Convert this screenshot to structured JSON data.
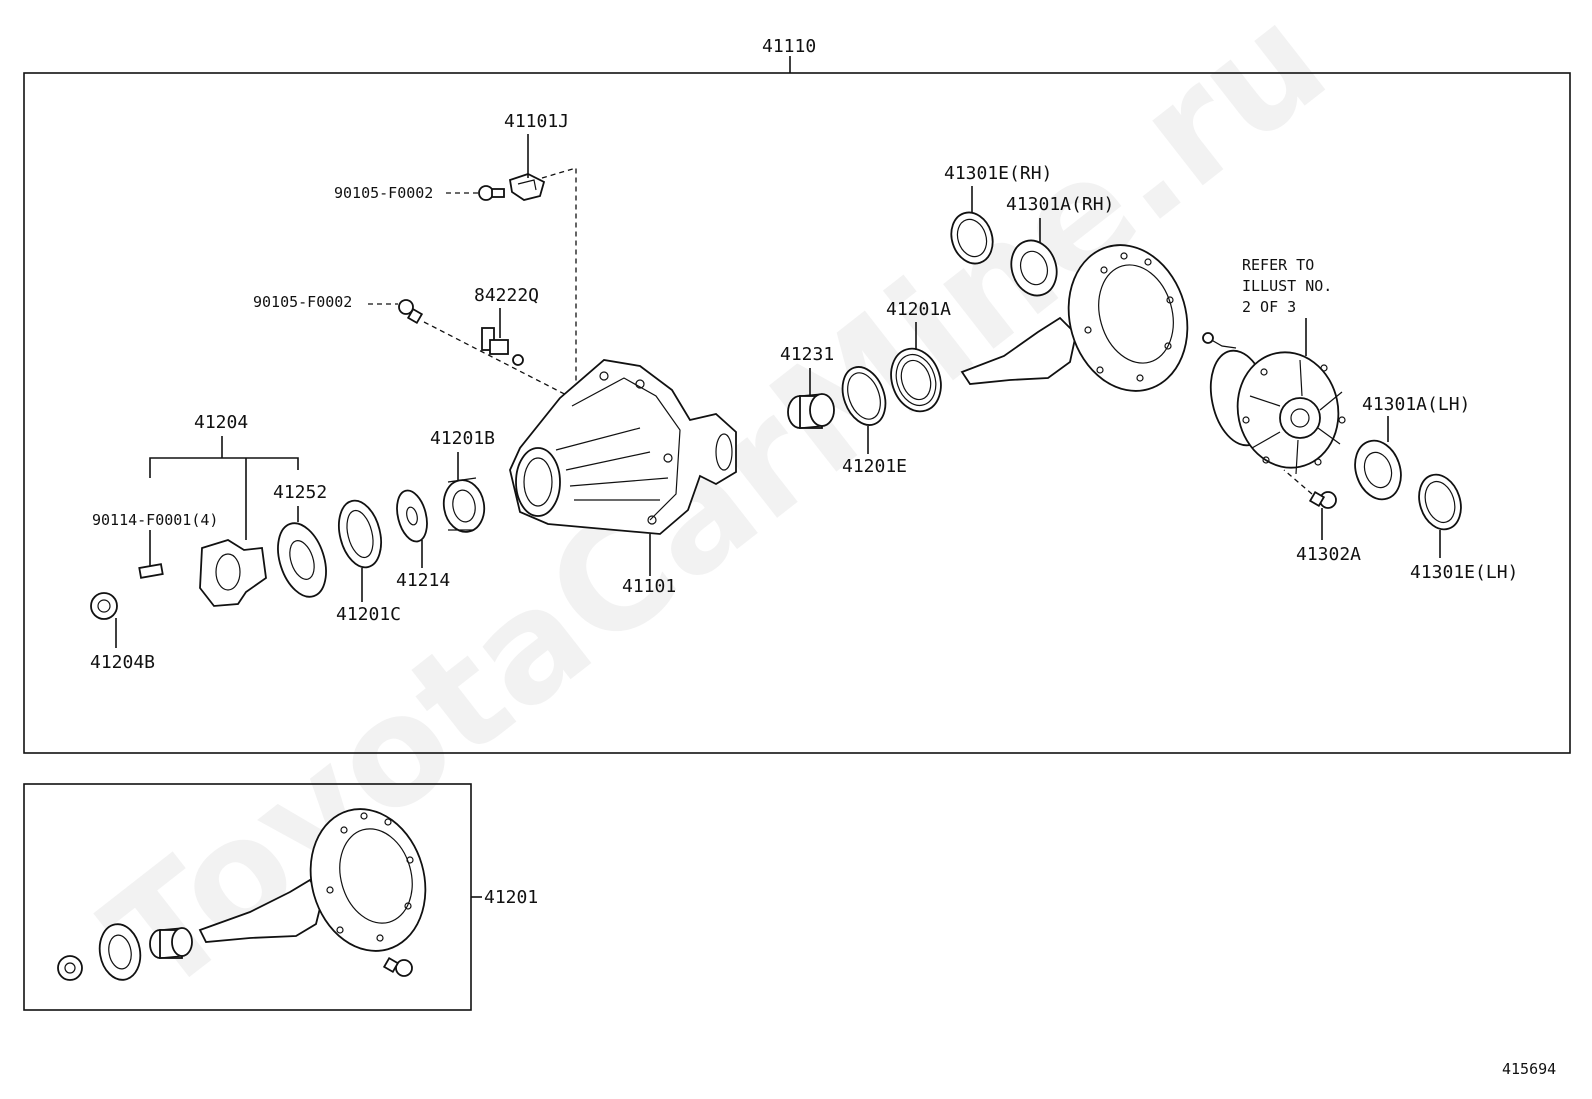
{
  "diagram_number": "415694",
  "watermark": "ToyotaCarMine.ru",
  "assembly": {
    "main": "41110",
    "sub": "41201"
  },
  "reference_note": [
    "REFER TO",
    "ILLUST NO.",
    "2 OF 3"
  ],
  "callouts": {
    "p41101J": "41101J",
    "p90105_a": "90105-F0002",
    "p90105_b": "90105-F0002",
    "p84222Q": "84222Q",
    "p41204": "41204",
    "p90114": "90114-F0001(4)",
    "p41252": "41252",
    "p41204B": "41204B",
    "p41201C": "41201C",
    "p41214": "41214",
    "p41201B": "41201B",
    "p41101": "41101",
    "p41231": "41231",
    "p41201E": "41201E",
    "p41201A": "41201A",
    "p41301E_RH": "41301E(RH)",
    "p41301A_RH": "41301A(RH)",
    "p41301A_LH": "41301A(LH)",
    "p41302A": "41302A",
    "p41301E_LH": "41301E(LH)"
  }
}
